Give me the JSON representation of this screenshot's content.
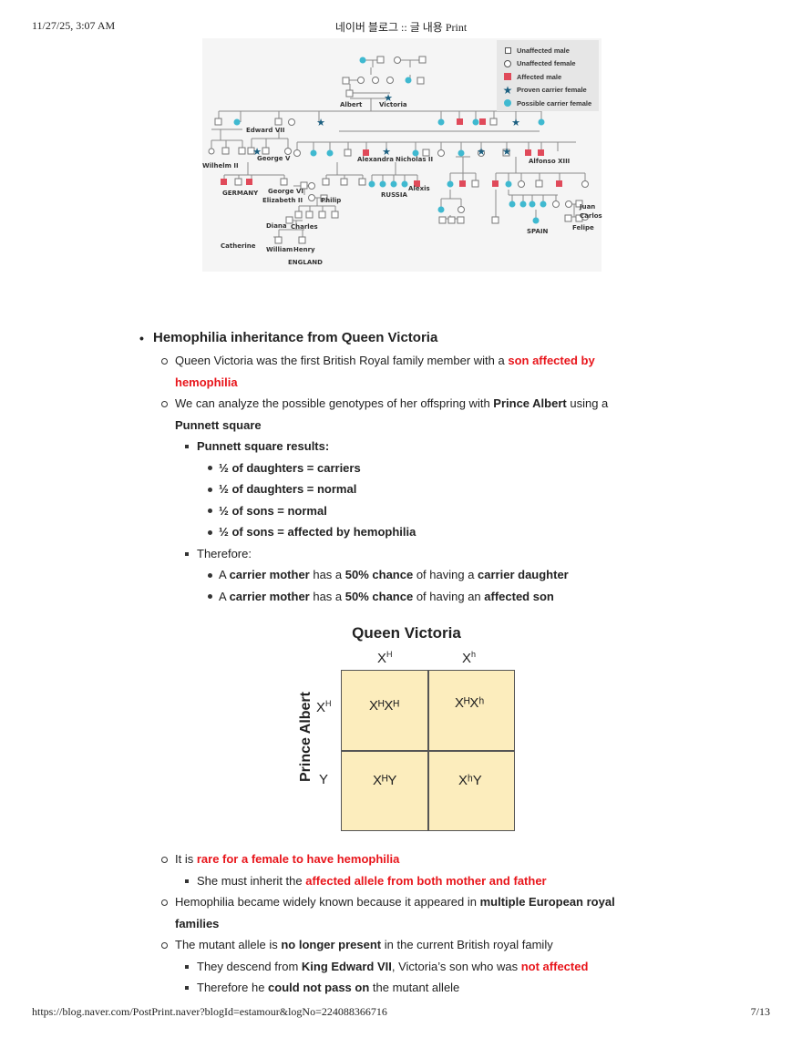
{
  "print_header": {
    "datetime": "11/27/25, 3:07 AM",
    "title": "네이버 블로그 :: 글 내용 Print"
  },
  "print_footer": {
    "url": "https://blog.naver.com/PostPrint.naver?blogId=estamour&logNo=224088366716",
    "page": "7/13"
  },
  "pedigree": {
    "legend": [
      {
        "icon": "square-icon",
        "label": "Unaffected male"
      },
      {
        "icon": "circle-icon",
        "label": "Unaffected female"
      },
      {
        "icon": "filled-square-icon",
        "label": "Affected male"
      },
      {
        "icon": "star-icon",
        "label": "Proven carrier female"
      },
      {
        "icon": "dot-icon",
        "label": "Possible carrier female"
      }
    ],
    "labels": {
      "albert": "Albert",
      "victoria": "Victoria",
      "edward_vii": "Edward VII",
      "wilhelm_ii": "Wilhelm II",
      "george_v": "George V",
      "alexandra": "Alexandra",
      "nicholas_ii": "Nicholas II",
      "alfonso_xiii": "Alfonso XIII",
      "germany": "GERMANY",
      "george_vi": "George VI",
      "elizabeth_ii": "Elizabeth II",
      "philip": "Philip",
      "russia": "RUSSIA",
      "alexis": "Alexis",
      "juan_carlos_1": "Juan",
      "juan_carlos_2": "Carlos",
      "felipe": "Felipe",
      "spain": "SPAIN",
      "diana": "Diana",
      "charles": "Charles",
      "catherine": "Catherine",
      "william": "William",
      "henry": "Henry",
      "england": "ENGLAND"
    },
    "colors": {
      "affected": "#e04a5a",
      "carrier_star": "#1b5f80",
      "possible_carrier": "#3fb9d0"
    }
  },
  "outline": {
    "heading": "Hemophilia inheritance from Queen Victoria",
    "p1_a": "Queen Victoria was the first British Royal family member with a ",
    "p1_red": "son affected by hemophilia",
    "p2_a": "We can analyze the possible genotypes of her offspring with ",
    "p2_b": "Prince Albert",
    "p2_c": " using a ",
    "p2_d": "Punnett square",
    "results_heading": "Punnett square results:",
    "results": [
      "½ of daughters = carriers",
      "½ of daughters = normal",
      "½ of sons = normal",
      "½ of sons = affected by hemophilia"
    ],
    "therefore": "Therefore:",
    "t1": [
      "A ",
      "carrier mother",
      " has a ",
      "50% chance",
      " of having a ",
      "carrier daughter"
    ],
    "t2": [
      "A ",
      "carrier mother",
      " has a ",
      "50% chance",
      " of having an ",
      "affected son"
    ],
    "p3_a": "It is ",
    "p3_red": "rare for a female to have hemophilia",
    "p3_sub_a": "She must inherit the ",
    "p3_sub_red": "affected allele from both mother and father",
    "p4_a": "Hemophilia became widely known because it appeared in ",
    "p4_b": "multiple European royal families",
    "p5_a": "The mutant allele is ",
    "p5_b": "no longer present",
    "p5_c": " in the current British royal family",
    "p5_sub1_a": "They descend from ",
    "p5_sub1_b": "King Edward VII",
    "p5_sub1_c": ", Victoria’s son who was ",
    "p5_sub1_red": "not affected",
    "p5_sub2_a": "Therefore he ",
    "p5_sub2_b": "could not pass on",
    "p5_sub2_c": " the mutant allele"
  },
  "punnett": {
    "title": "Queen Victoria",
    "side_label": "Prince Albert",
    "cols": [
      {
        "base": "X",
        "sup": "H"
      },
      {
        "base": "X",
        "sup": "h"
      }
    ],
    "rows": [
      {
        "base": "X",
        "sup": "H"
      },
      {
        "base": "Y",
        "sup": ""
      }
    ],
    "cells": {
      "c11": "XᴴXᴴ",
      "c12": "XᴴXʰ",
      "c21": "XᴴY",
      "c22": "XʰY"
    }
  }
}
